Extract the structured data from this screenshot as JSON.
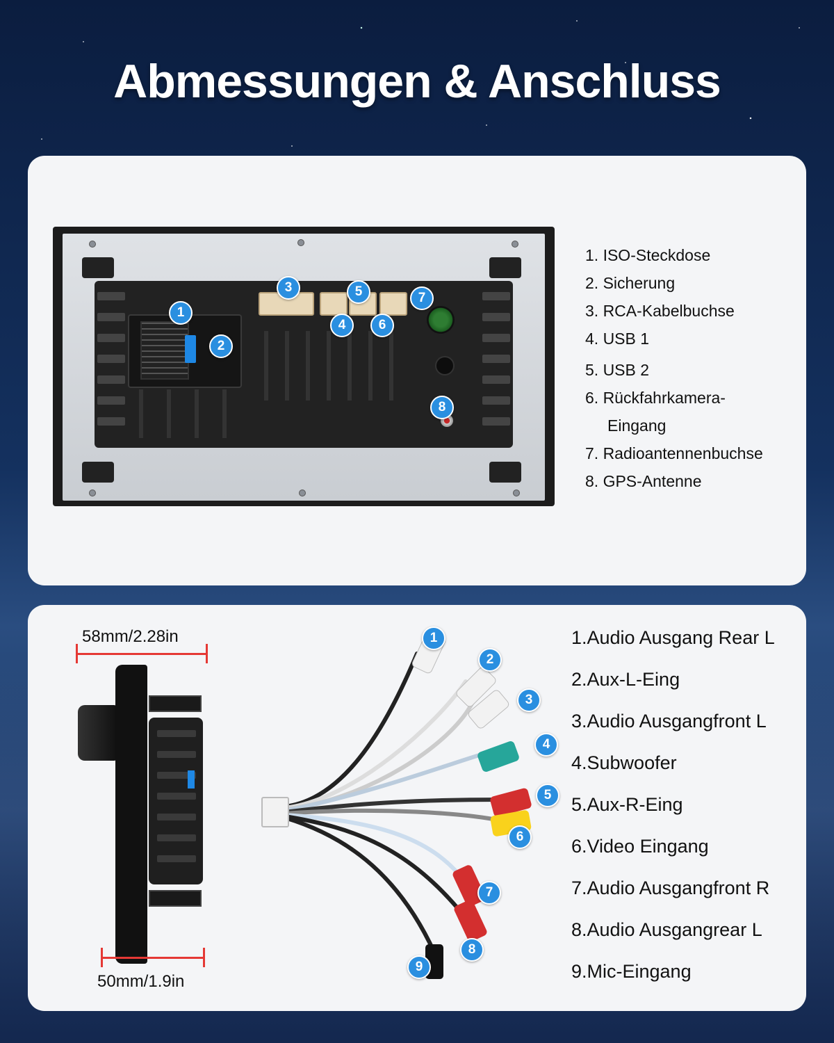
{
  "title": "Abmessungen & Anschluss",
  "top_legend": [
    "1. ISO-Steckdose",
    "2. Sicherung",
    "3. RCA-Kabelbuchse",
    "4. USB 1",
    "5. USB 2",
    "6. Rückfahrkamera-",
    "Eingang",
    "7. Radioantennenbuchse",
    "8. GPS-Antenne"
  ],
  "top_badges": [
    "1",
    "2",
    "3",
    "4",
    "5",
    "6",
    "7",
    "8"
  ],
  "dimensions": {
    "depth_label": "58mm/2.28in",
    "width_label": "50mm/1.9in"
  },
  "bottom_legend": [
    "1.Audio Ausgang Rear L",
    "2.Aux-L-Eing",
    "3.Audio Ausgangfront L",
    "4.Subwoofer",
    "5.Aux-R-Eing",
    "6.Video Eingang",
    "7.Audio Ausgangfront R",
    "8.Audio Ausgangrear L",
    "9.Mic-Eingang"
  ],
  "bottom_badges": [
    "1",
    "2",
    "3",
    "4",
    "5",
    "6",
    "7",
    "8",
    "9"
  ],
  "colors": {
    "badge": "#2a8fe0",
    "dimension_line": "#e53935",
    "panel": "#f4f5f7",
    "rca_white": "#f2f2f2",
    "rca_red": "#d32f2f",
    "rca_yellow": "#f9d21c",
    "rca_green": "#26a69a"
  }
}
